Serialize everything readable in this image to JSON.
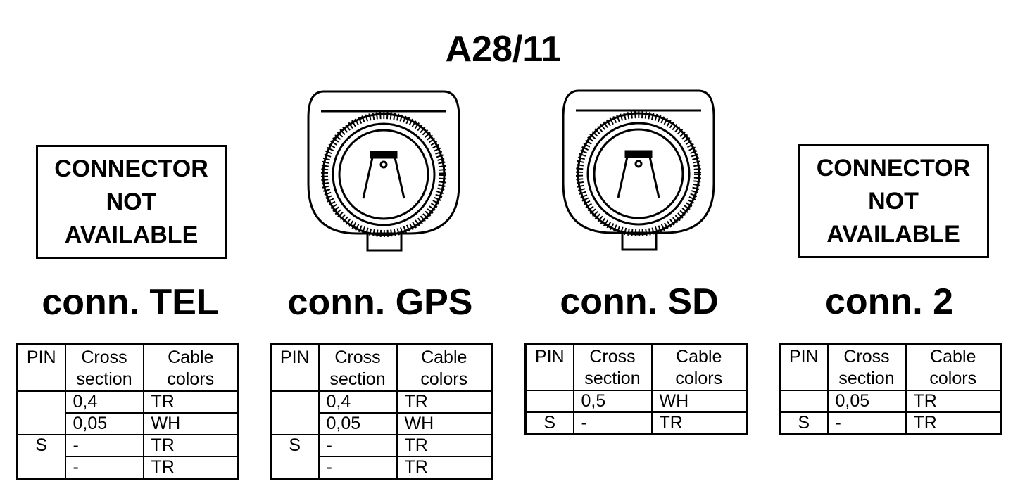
{
  "title": "A28/11",
  "not_available_text": [
    "CONNECTOR",
    "NOT",
    "AVAILABLE"
  ],
  "table_headers": {
    "pin": "PIN",
    "cross_line1": "Cross",
    "cross_line2": "section",
    "cable_line1": "Cable",
    "cable_line2": "colors"
  },
  "connectors": [
    {
      "name": "conn. TEL",
      "available": false,
      "rows": [
        {
          "pin": "",
          "cross": "0,4",
          "color": "TR"
        },
        {
          "pin": "",
          "cross": "0,05",
          "color": "WH"
        },
        {
          "pin": "S",
          "cross": "-",
          "color": "TR"
        },
        {
          "pin": "",
          "cross": "-",
          "color": "TR"
        }
      ]
    },
    {
      "name": "conn. GPS",
      "available": true,
      "rows": [
        {
          "pin": "",
          "cross": "0,4",
          "color": "TR"
        },
        {
          "pin": "",
          "cross": "0,05",
          "color": "WH"
        },
        {
          "pin": "S",
          "cross": "-",
          "color": "TR"
        },
        {
          "pin": "",
          "cross": "-",
          "color": "TR"
        }
      ]
    },
    {
      "name": "conn. SD",
      "available": true,
      "rows": [
        {
          "pin": "",
          "cross": "0,5",
          "color": "WH"
        },
        {
          "pin": "S",
          "cross": "-",
          "color": "TR"
        }
      ]
    },
    {
      "name": "conn. 2",
      "available": false,
      "rows": [
        {
          "pin": "",
          "cross": "0,05",
          "color": "TR"
        },
        {
          "pin": "S",
          "cross": "-",
          "color": "TR"
        }
      ]
    }
  ]
}
